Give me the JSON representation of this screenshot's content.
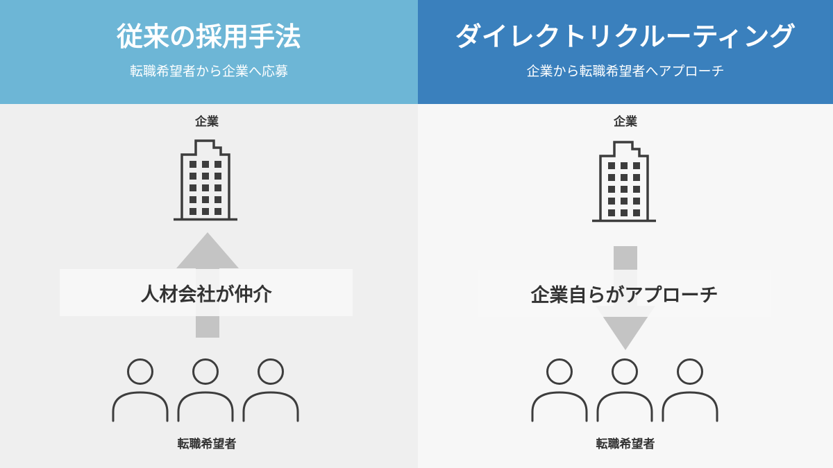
{
  "traditional": {
    "title": "従来の採用手法",
    "subtitle": "転職希望者から企業へ応募",
    "company_label": "企業",
    "channel_label": "人材会社が仲介",
    "candidates_label": "転職希望者",
    "flow_direction": "up",
    "header_color": "#6db6d6"
  },
  "direct": {
    "title": "ダイレクトリクルーティング",
    "subtitle": "企業から転職希望者へアプローチ",
    "company_label": "企業",
    "channel_label": "企業自らがアプローチ",
    "candidates_label": "転職希望者",
    "flow_direction": "down",
    "header_color": "#3a80bd"
  }
}
